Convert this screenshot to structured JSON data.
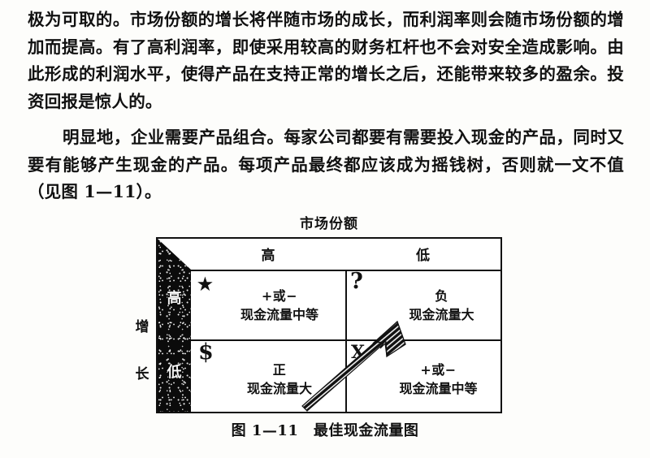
{
  "document": {
    "paragraphs": [
      "极为可取的。市场份额的增长将伴随市场的成长，而利润率则会随市场份额的增加而提高。有了高利润率，即使采用较高的财务杠杆也不会对安全造成影响。由此形成的利润水平，使得产品在支持正常的增长之后，还能带来较多的盈余。投资回报是惊人的。",
      "明显地，企业需要产品组合。每家公司都要有需要投入现金的产品，同时又要有能够产生现金的产品。每项产品最终都应该成为摇钱树，否则就一文不值（见图 1—11）。"
    ],
    "figure": {
      "title": "市场份额",
      "y_axis_label_chars": [
        "增",
        "长"
      ],
      "y_axis_levels": {
        "high": "高",
        "low": "低"
      },
      "column_headers": [
        "高",
        "低"
      ],
      "caption": "图 1—11　最佳现金流量图",
      "quadrants": [
        {
          "position": "top-left",
          "marker": "star-icon",
          "marker_glyph": "★",
          "line1": "+或−",
          "line2": "现金流量中等"
        },
        {
          "position": "top-right",
          "marker": "question-mark-icon",
          "marker_glyph": "?",
          "line1": "负",
          "line2": "现金流量大"
        },
        {
          "position": "bottom-left",
          "marker": "dollar-sign-icon",
          "marker_glyph": "$",
          "line1": "正",
          "line2": "现金流量大"
        },
        {
          "position": "bottom-right",
          "marker": "x-mark-icon",
          "marker_glyph": "X",
          "line1": "+或−",
          "line2": "现金流量中等"
        }
      ],
      "arrow": {
        "name": "cash-flow-arrow",
        "direction": "from bottom-left quadrant to top-right quadrant"
      },
      "colors": {
        "ink": "#111111",
        "paper": "#fdfdfb",
        "band": "#0b0b0b",
        "band_text": "#f4f4f4"
      }
    }
  }
}
